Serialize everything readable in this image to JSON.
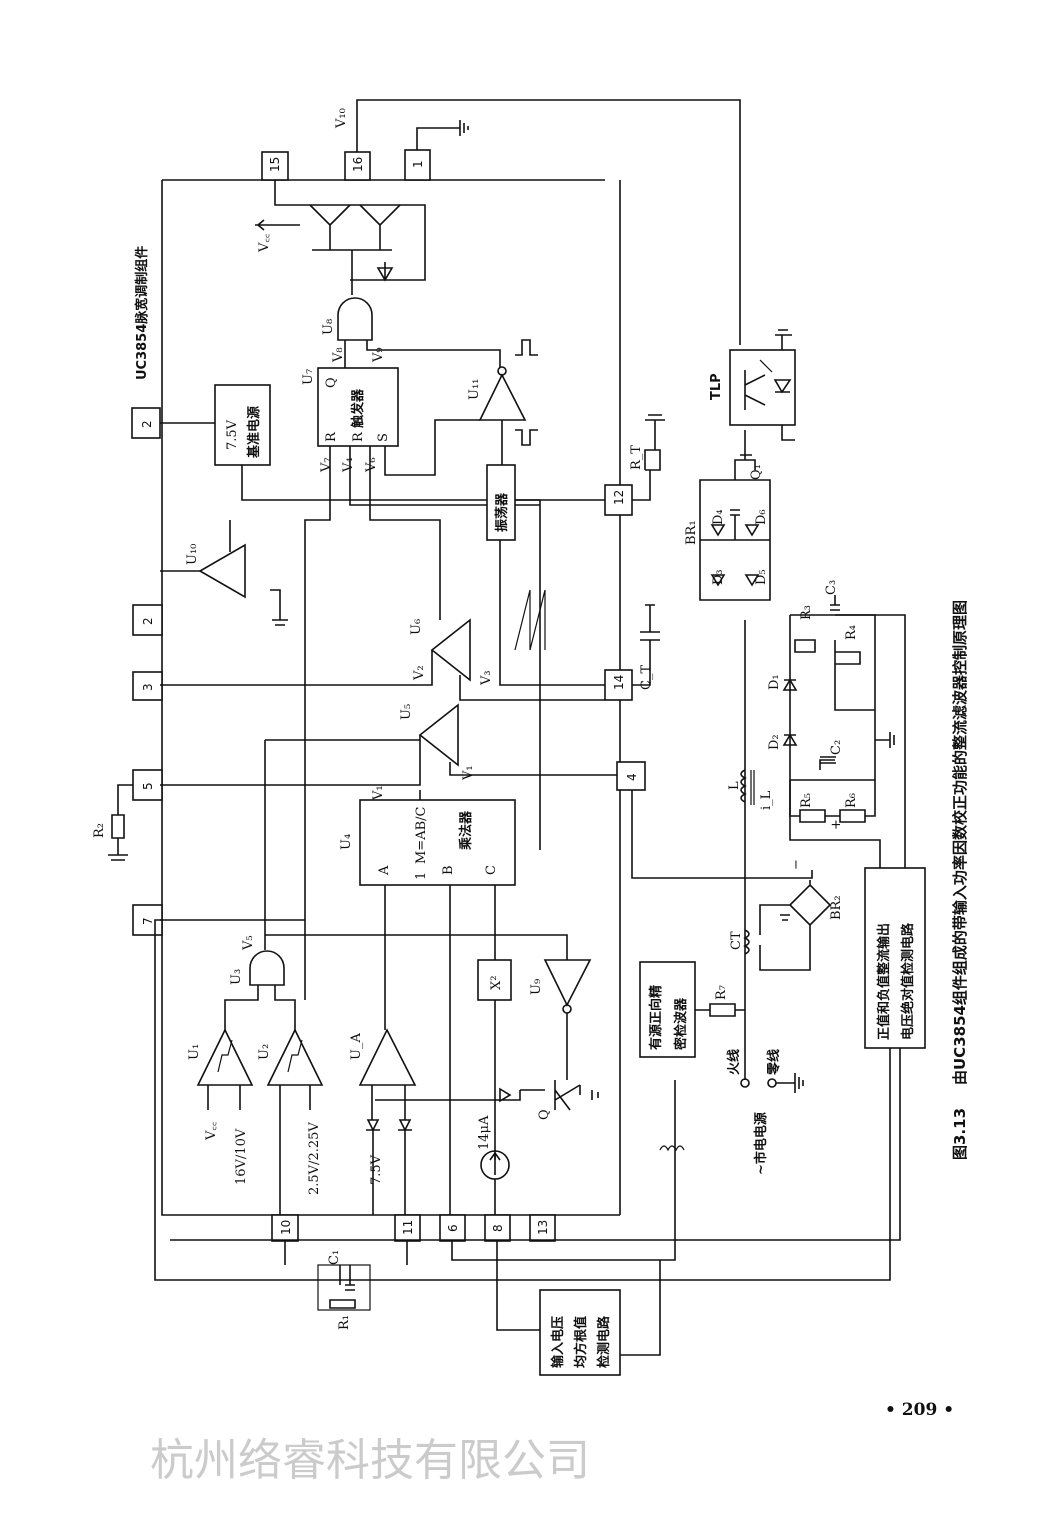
{
  "caption": {
    "figure": "图3.13",
    "title": "由UC3854组件组成的带输入功率因数校正功能的整流滤波器控制原理图"
  },
  "page_number": "• 209 •",
  "watermark": "杭州络睿科技有限公司",
  "ic": {
    "title": "UC3854脉宽调制组件",
    "pins": [
      "15",
      "16",
      "1",
      "2",
      "2",
      "3",
      "5",
      "7",
      "10",
      "11",
      "6",
      "8",
      "13",
      "12",
      "14",
      "4"
    ]
  },
  "blocks": {
    "ref": [
      "7.5V",
      "基准电源"
    ],
    "flipflop": {
      "name": "U₇",
      "q": "Q",
      "label": "触发器",
      "r1": "R",
      "r2": "R",
      "s": "S"
    },
    "osc": "振荡器",
    "mult": {
      "name": "U₄",
      "formula": "M=AB/C",
      "one": "1",
      "label": "乘法器",
      "a": "A",
      "b": "B",
      "c": "C"
    },
    "square": "X²",
    "tlp": "TLP",
    "peak": [
      "有源正向精",
      "密检波器"
    ],
    "abs": [
      "正值和负值整流输出",
      "电压绝对值检测电路"
    ],
    "rms": [
      "输入电压",
      "均方根值",
      "检测电路"
    ]
  },
  "labels": {
    "v10": "V₁₀",
    "vcc_top": "V꜀꜀",
    "u8": "U₈",
    "v8": "V₈",
    "v9": "V₉",
    "u11": "U₁₁",
    "v7": "V₇",
    "v4": "V₄",
    "v6": "V₆",
    "u10": "U₁₀",
    "u6": "U₆",
    "v2": "V₂",
    "v3": "V₃",
    "u5": "U₅",
    "v1a": "V₁",
    "v1b": "V₁",
    "u3": "U₃",
    "v5": "V₅",
    "u1": "U₁",
    "u2": "U₂",
    "ua": "U_A",
    "u9": "U₉",
    "q": "Q",
    "i14": "14μA",
    "vcc_u1": "V꜀꜀",
    "u1_th": "16V/10V",
    "u2_th": "2.5V/2.25V",
    "ref75": "7.5V",
    "r2": "R₂",
    "c1": "C₁",
    "r1": "R₁",
    "rt": "R_T",
    "ct_cap": "C_T",
    "q1": "Q₁",
    "br1": "BR₁",
    "d3": "D₃",
    "d4": "D₄",
    "d5": "D₅",
    "d6": "D₆",
    "c3": "C₃",
    "r3": "R₃",
    "r4": "R₄",
    "d1": "D₁",
    "d2": "D₂",
    "c2": "C₂",
    "r5": "R₅",
    "r6": "R₆",
    "l": "L",
    "il": "i_L",
    "ct": "CT",
    "br2": "BR₂",
    "r7": "R₇",
    "live": "火线",
    "neutral": "零线",
    "mains": "~市电电源",
    "plus": "+",
    "minus": "−"
  }
}
